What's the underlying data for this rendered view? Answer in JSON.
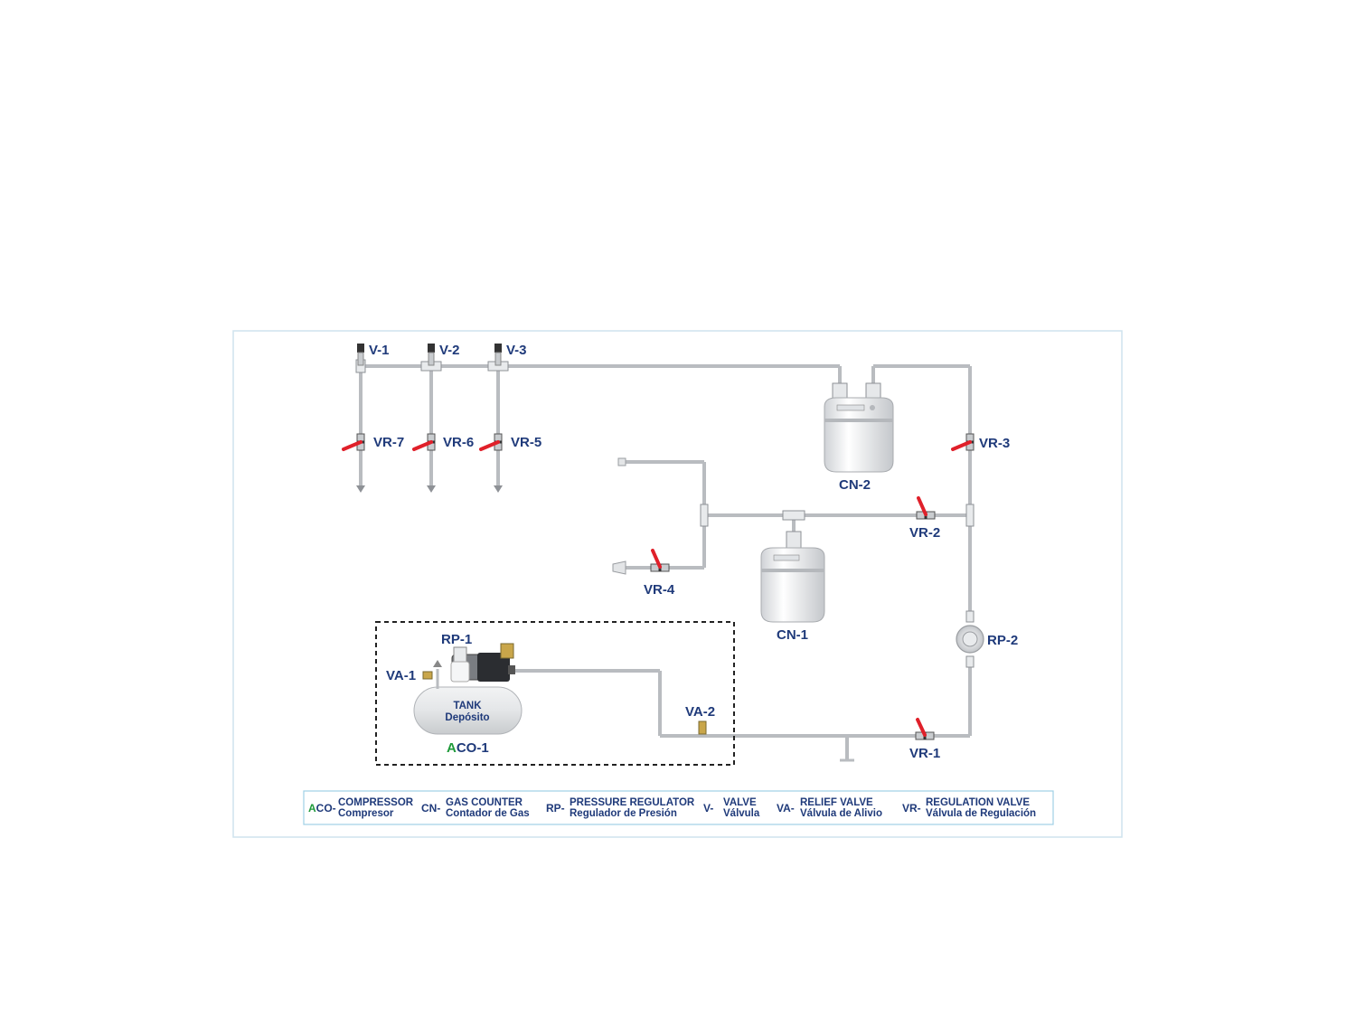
{
  "labels": {
    "v1": "V-1",
    "v2": "V-2",
    "v3": "V-3",
    "vr1": "VR-1",
    "vr2": "VR-2",
    "vr3": "VR-3",
    "vr4": "VR-4",
    "vr5": "VR-5",
    "vr6": "VR-6",
    "vr7": "VR-7",
    "cn1": "CN-1",
    "cn2": "CN-2",
    "rp1": "RP-1",
    "rp2": "RP-2",
    "va1": "VA-1",
    "va2": "VA-2",
    "aco1_prefix": "A",
    "aco1_rest": "CO-1"
  },
  "tank": {
    "line1": "TANK",
    "line2": "Depósito"
  },
  "legend": [
    {
      "code_prefix": "A",
      "code_rest": "CO-",
      "en": "COMPRESSOR",
      "es": "Compresor"
    },
    {
      "code_prefix": "",
      "code_rest": "CN-",
      "en": "GAS COUNTER",
      "es": "Contador de Gas"
    },
    {
      "code_prefix": "",
      "code_rest": "RP-",
      "en": "PRESSURE REGULATOR",
      "es": "Regulador de Presión"
    },
    {
      "code_prefix": "",
      "code_rest": "V-",
      "en": "VALVE",
      "es": "Válvula"
    },
    {
      "code_prefix": "",
      "code_rest": "VA-",
      "en": "RELIEF VALVE",
      "es": "Válvula de Alivio"
    },
    {
      "code_prefix": "",
      "code_rest": "VR-",
      "en": "REGULATION VALVE",
      "es": "Válvula de Regulación"
    }
  ],
  "colors": {
    "pipe": "#b9bcc0",
    "label": "#1f3a7a",
    "accent_green": "#1f9a3a",
    "handle_red": "#e0202a",
    "frame": "#cfe3ee",
    "legend_border": "#9fd0e6"
  }
}
